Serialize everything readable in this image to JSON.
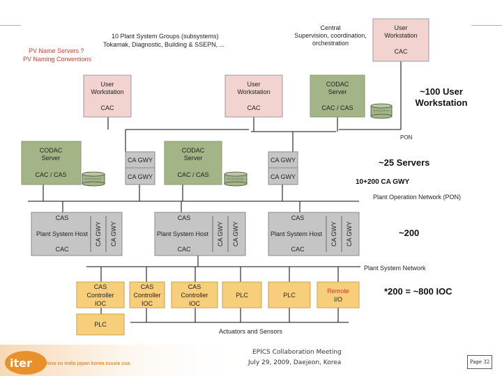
{
  "colors": {
    "pink": "#f2d3d0",
    "green": "#a3b487",
    "gray": "#c5c5c5",
    "orange": "#f7ce7a",
    "line": "#3a3a3a",
    "red_text": "#d93a2b",
    "brand_orange": "#e8902c"
  },
  "top_notes": {
    "groups_line1": "10 Plant System Groups (subsystems)",
    "groups_line2": "Tokamak, Diagnostic, Building & SSEPN, ...",
    "pv_line1": "PV Name Servers ?",
    "pv_line2": "PV Naming Conventions",
    "central_line1": "Central",
    "central_line2": "Supervision, coordination,",
    "central_line3": "orchestration"
  },
  "labels": {
    "user": "User",
    "workstation": "Workstation",
    "cac": "CAC",
    "codac": "CODAC",
    "server": "Server",
    "cac_cas": "CAC / CAS",
    "ca_gwy": "CA GWY",
    "cas": "CAS",
    "plant_system_host": "Plant System Host",
    "controller": "Controller",
    "ioc": "IOC",
    "plc": "PLC",
    "remote": "Remote",
    "io": "I/O"
  },
  "annotations": {
    "user_ws_count_1": "~100 User",
    "user_ws_count_2": "Workstation",
    "pon_short": "PON",
    "servers_count": "~25 Servers",
    "ca_gwy_count": "10+200 CA GWY",
    "pon_full": "Plant Operation Network (PON)",
    "psh_count": "~200",
    "plant_system_network": "Plant System Network",
    "ioc_count": "*200 = ~800 IOC",
    "actuators": "Actuators and Sensors"
  },
  "footer": {
    "meeting": "EPICS Collaboration Meeting",
    "date": "July 29, 2009, Daejeon, Korea",
    "logo": "iter",
    "partners": "china eu india japan korea russia usa",
    "page": "Page 32"
  }
}
